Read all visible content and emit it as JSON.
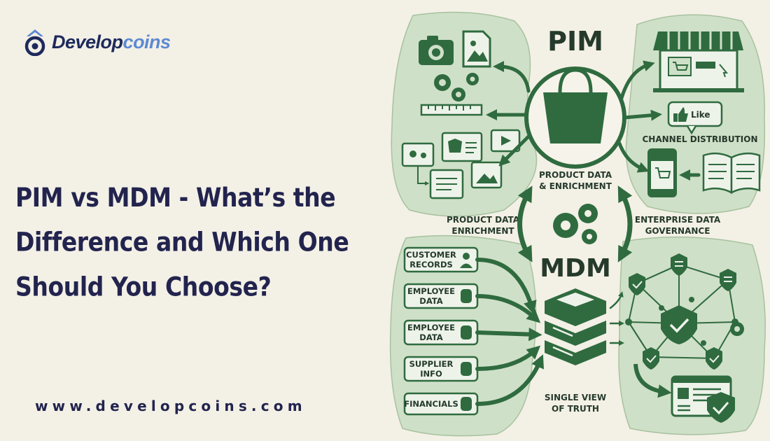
{
  "brand": {
    "name_prefix": "Develop",
    "name_suffix": "coins"
  },
  "headline": {
    "line1": "PIM vs MDM - What’s the",
    "line2": "Difference and Which One",
    "line3": "Should You Choose?"
  },
  "website": "www.developcoins.com",
  "diagram": {
    "pim_title": "PIM",
    "mdm_title": "MDM",
    "channel_distribution": "CHANNEL DISTRIBUTION",
    "like_label": "Like",
    "product_data_enrichment": {
      "line1": "PRODUCT DATA",
      "line2": "& ENRICHMENT"
    },
    "left_label": {
      "line1": "PRODUCT DATA",
      "line2": "ENRICHMENT"
    },
    "right_label": {
      "line1": "ENTERPRISE DATA",
      "line2": "GOVERNANCE"
    },
    "single_view": {
      "line1": "SINGLE VIEW",
      "line2": "OF TRUTH"
    },
    "sources": [
      {
        "line1": "CUSTOMER",
        "line2": "RECORDS",
        "icon": "person-icon"
      },
      {
        "line1": "EMPLOYEE",
        "line2": "DATA",
        "icon": "database-icon"
      },
      {
        "line1": "EMPLOYEE",
        "line2": "DATA",
        "icon": "database-icon"
      },
      {
        "line1": "SUPPLIER",
        "line2": "INFO",
        "icon": "database-icon"
      },
      {
        "line1": "FINANCIALS",
        "line2": "",
        "icon": "database-icon"
      }
    ]
  },
  "colors": {
    "background": "#f3f0e6",
    "panel": "#cfe0c8",
    "dark_green": "#2f6b3f",
    "navy": "#22244e",
    "logo_blue": "#5d8ad1"
  }
}
